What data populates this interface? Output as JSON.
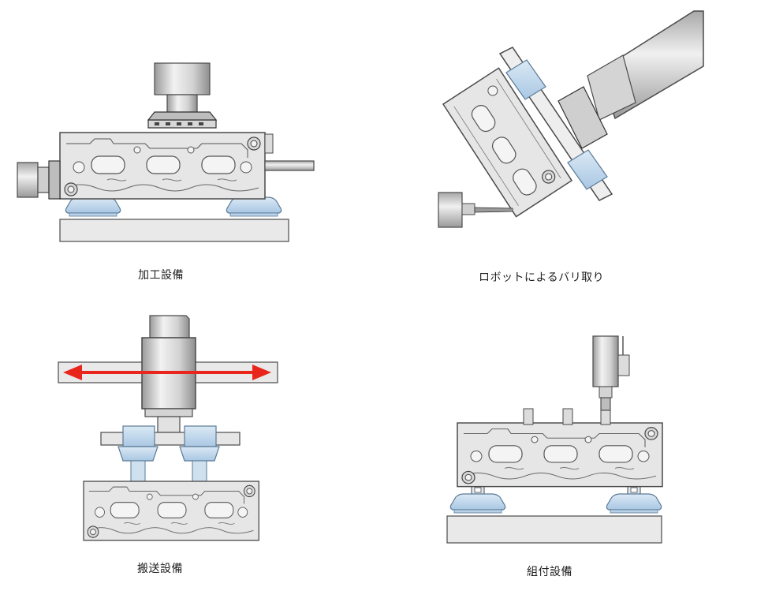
{
  "captions": {
    "machining": "加工設備",
    "deburring": "ロボットによるバリ取り",
    "transfer": "搬送設備",
    "assembly": "組付設備"
  },
  "colors": {
    "part_fill": "#e6e6e6",
    "outline": "#4a4a4a",
    "clamp_blue": "#c5dcef",
    "clamp_blue_edge": "#5b7a96",
    "arrow_red": "#e8261c",
    "base_fill": "#e9e9e9"
  }
}
